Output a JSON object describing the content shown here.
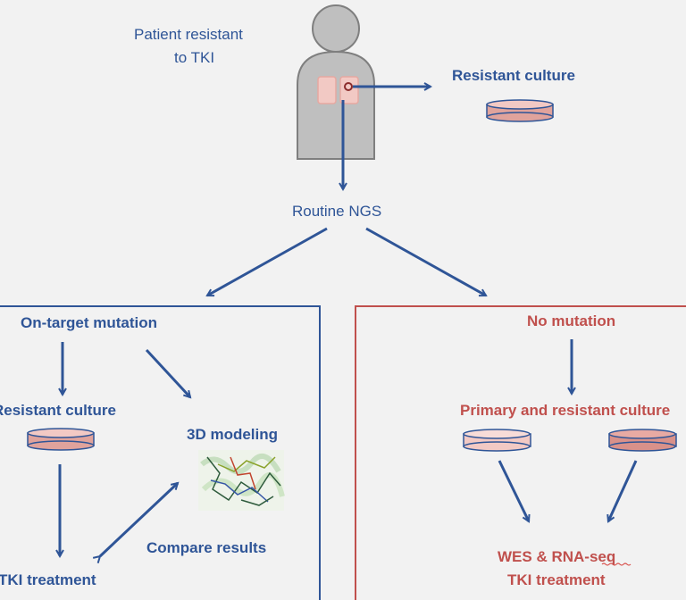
{
  "patient": {
    "line1": "Patient resistant",
    "line2": "to TKI"
  },
  "top_culture": "Resistant culture",
  "ngs": "Routine NGS",
  "left_panel": {
    "title": "On-target mutation",
    "culture": "Resistant culture",
    "modeling": "3D modeling",
    "compare": "Compare results",
    "treatment": "TKI treatment"
  },
  "right_panel": {
    "title": "No mutation",
    "cultures": "Primary and resistant culture",
    "wes": "WES & RNA-seq",
    "treatment": "TKI treatment"
  },
  "colors": {
    "blue": "#2f5597",
    "red": "#c0504d",
    "person": "#bfbfbf",
    "dish_light": "#f2c9c4",
    "dish_dark": "#e0a39c"
  }
}
